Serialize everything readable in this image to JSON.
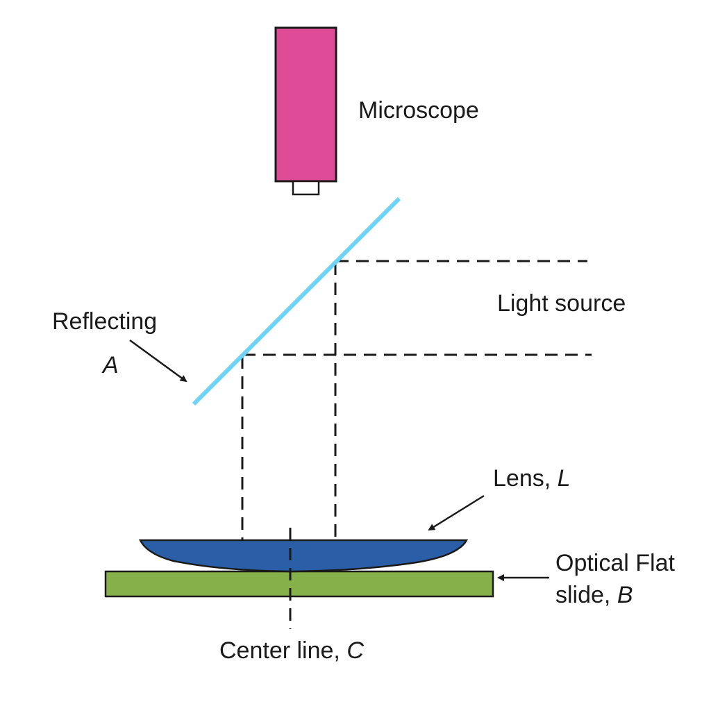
{
  "diagram": {
    "title": "Newton's rings apparatus",
    "colors": {
      "microscope": "#e04b98",
      "reflector": "#6fd3f5",
      "lens": "#2a5fa8",
      "flat": "#86b04a",
      "line": "#1a1a1a"
    },
    "labels": {
      "microscope": "Microscope",
      "light_source": "Light source",
      "reflecting": "Reflecting",
      "reflecting_symbol": "A",
      "lens": "Lens, ",
      "lens_symbol": "L",
      "flat_line1": "Optical Flat",
      "flat_line2": "slide, ",
      "flat_symbol": "B",
      "center_line": "Center line, ",
      "center_symbol": "C"
    }
  }
}
